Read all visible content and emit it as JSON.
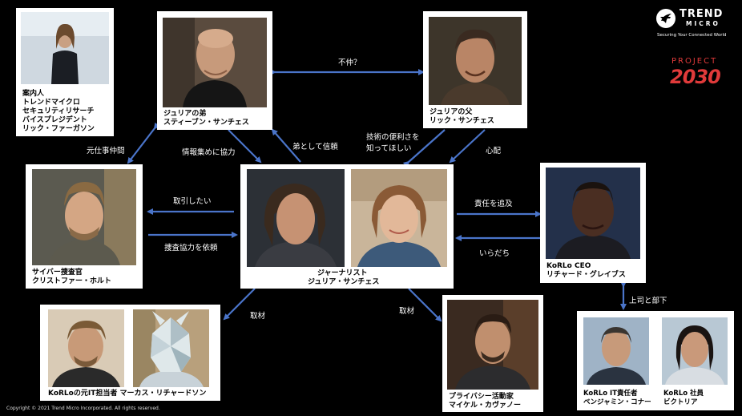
{
  "brand": {
    "logo_line1": "TREND",
    "logo_line2": "MICRO",
    "tagline": "Securing Your Connected World",
    "project_label": "PROJECT",
    "project_number": "2030",
    "accent_color": "#e03a3a"
  },
  "copyright": "Copyright © 2021 Trend Micro Incorporated. All rights reserved.",
  "people": {
    "guide": {
      "lines": [
        "案内人",
        "トレンドマイクロ",
        "セキュリティリサーチ",
        "バイスプレジデント",
        "リック・ファーガソン"
      ]
    },
    "brother": {
      "lines": [
        "ジュリアの弟",
        "スティーブン・サンチェス"
      ]
    },
    "father": {
      "lines": [
        "ジュリアの父",
        "リック・サンチェス"
      ]
    },
    "journalist": {
      "lines": [
        "ジャーナリスト",
        "ジュリア・サンチェス"
      ]
    },
    "investigator": {
      "lines": [
        "サイバー捜査官",
        "クリストファー・ホルト"
      ]
    },
    "ceo": {
      "lines": [
        "KoRLo CEO",
        "リチャード・グレイブス"
      ]
    },
    "former_it": {
      "lines": [
        "KoRLoの元IT担当者 マーカス・リチャードソン"
      ]
    },
    "privacy": {
      "lines": [
        "プライバシー活動家",
        "マイケル・カヴァノー"
      ]
    },
    "it_head": {
      "lines": [
        "KoRLo IT責任者",
        "ベンジャミン・コナー"
      ]
    },
    "employee": {
      "lines": [
        "KoRLo 社員",
        "ビクトリア"
      ]
    }
  },
  "relations": {
    "feud": "不仲？",
    "former_colleague": "元仕事仲間",
    "info_gathering": "情報集めに協力",
    "trust_as_brother": "弟として信頼",
    "tech_convenience_1": "技術の便利さを",
    "tech_convenience_2": "知ってほしい",
    "worry": "心配",
    "want_deal": "取引したい",
    "request_investigation": "捜査協力を依頼",
    "pursue_responsibility": "責任を追及",
    "irritated": "いらだち",
    "boss_subordinate": "上司と部下",
    "interview_left": "取材",
    "interview_right": "取材"
  }
}
